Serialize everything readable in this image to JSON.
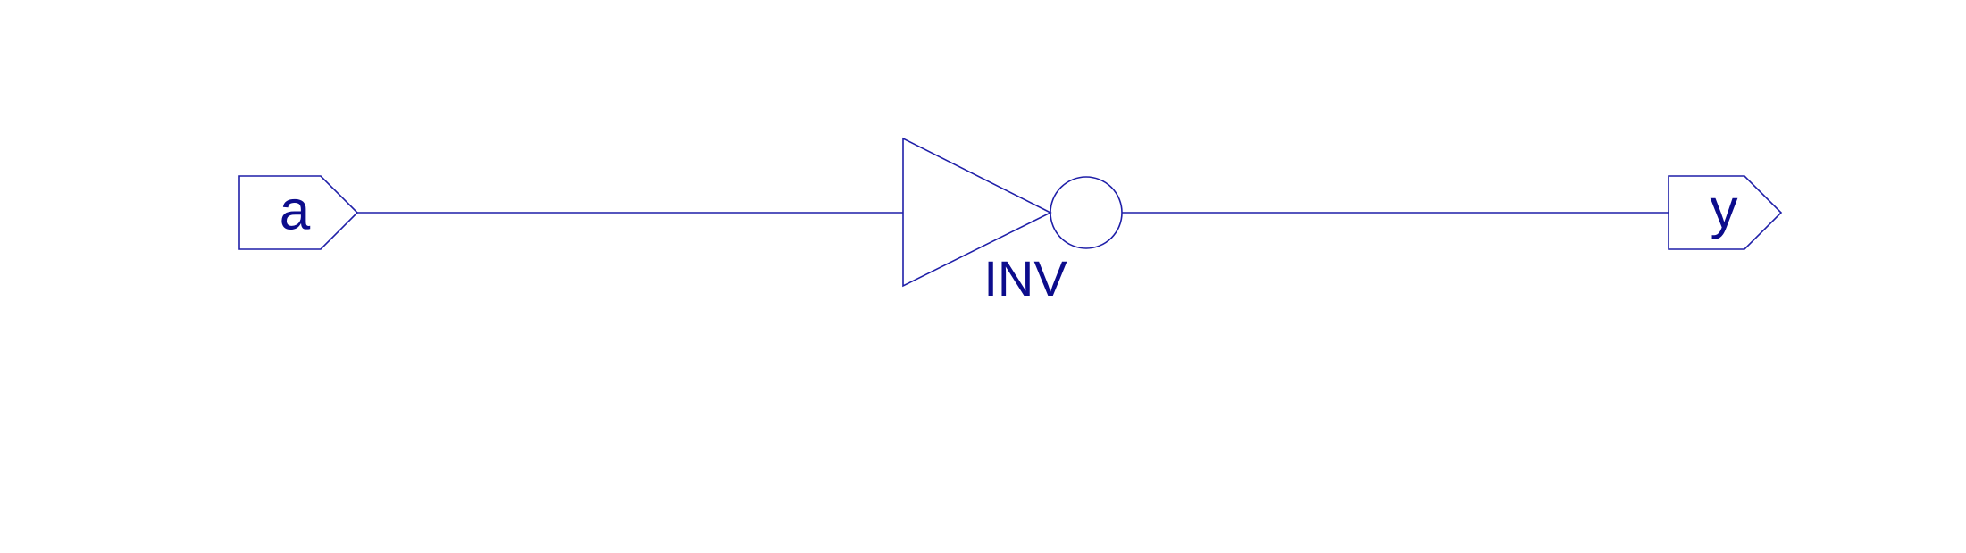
{
  "colors": {
    "line": "#1f1fa8",
    "text": "#0c0c8c",
    "background": "#ffffff"
  },
  "ports": {
    "input": {
      "name": "a",
      "direction": "input"
    },
    "output": {
      "name": "y",
      "direction": "output"
    }
  },
  "gate": {
    "type": "inverter",
    "label": "INV"
  }
}
